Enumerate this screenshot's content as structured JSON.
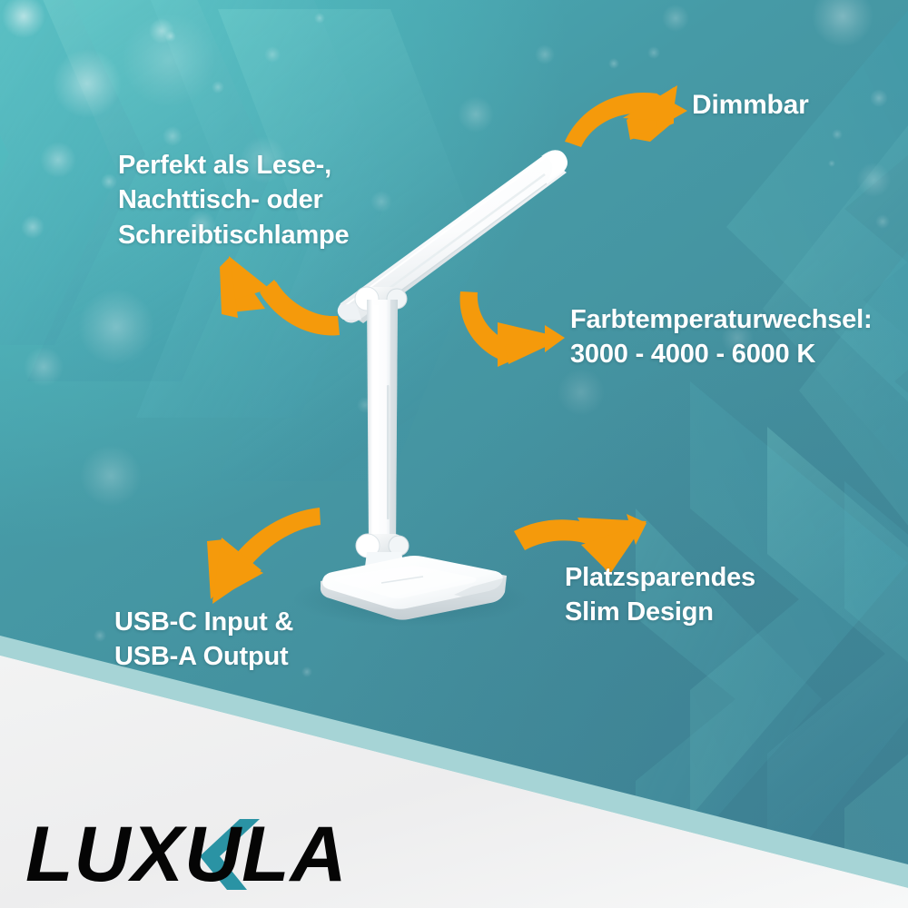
{
  "product": {
    "name": "LED desk lamp",
    "brand": "LUXULA"
  },
  "background": {
    "teal_light": "#4cb3bb",
    "teal_mid": "#4592a0",
    "teal_dark": "#3f8796",
    "accent_orange": "#F59A0B",
    "band_light_teal": "#a6d4d6",
    "band_white": "#efefef",
    "text_white": "#ffffff",
    "logo_black": "#040404",
    "logo_teal": "#2a8fa0"
  },
  "callouts": [
    {
      "id": "dimmbar",
      "text": "Dimmbar",
      "arrow": "curved-arrow-right-up",
      "position": "top-right"
    },
    {
      "id": "perfekt",
      "text": "Perfekt als Lese-,\nNachttisch- oder\nSchreibtischlampe",
      "arrow": "curved-arrow-left-up",
      "position": "top-left"
    },
    {
      "id": "farbtemperatur",
      "text": "Farbtemperaturwechsel:\n3000 - 4000 - 6000 K",
      "arrow": "curved-arrow-right-down",
      "position": "middle-right"
    },
    {
      "id": "slim-design",
      "text": "Platzsparendes\nSlim Design",
      "arrow": "curved-arrow-right-down",
      "position": "bottom-right"
    },
    {
      "id": "usb",
      "text": "USB-C Input &\nUSB-A Output",
      "arrow": "curved-arrow-left-down",
      "position": "bottom-left"
    }
  ],
  "logo": {
    "text": "LUXULA",
    "accent_icon": "chevron-accent-icon"
  },
  "icons": {
    "lamp": "desk-lamp-icon",
    "chevron_pattern": "chevron-pattern-icon",
    "bokeh": "bokeh-circles-icon"
  }
}
